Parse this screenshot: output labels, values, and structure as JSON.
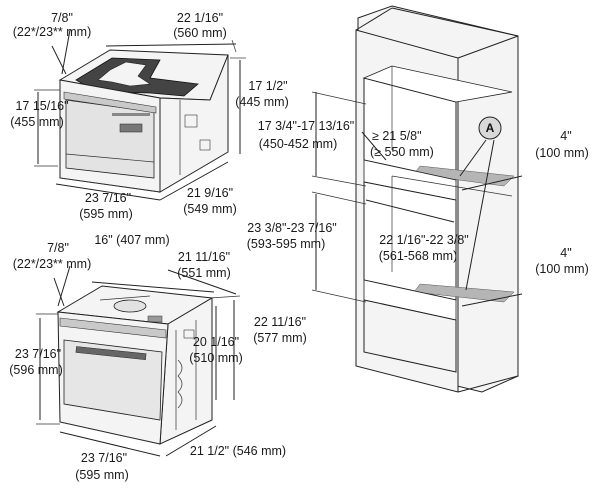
{
  "compact_oven": {
    "depth_top": "7/8\"",
    "depth_top_mm": "(22*/23** mm)",
    "width_top": "22 1/16\"",
    "width_top_mm": "(560 mm)",
    "height_right": "17 1/2\"",
    "height_right_mm": "(445 mm)",
    "height_left": "17 15/16\"",
    "height_left_mm": "(455 mm)",
    "width_front": "23 7/16\"",
    "width_front_mm": "(595 mm)",
    "depth_side": "21 9/16\"",
    "depth_side_mm": "(549 mm)"
  },
  "wall_oven": {
    "depth_top": "7/8\"",
    "depth_top_mm": "(22*/23** mm)",
    "inner_width": "16\" (407 mm)",
    "depth_a": "21 11/16\"",
    "depth_a_mm": "(551 mm)",
    "depth_b": "22 11/16\"",
    "depth_b_mm": "(577 mm)",
    "height_left": "23 7/16\"",
    "height_left_mm": "(596 mm)",
    "height_inner": "20 1/16\"",
    "height_inner_mm": "(510 mm)",
    "width_front": "23 7/16\"",
    "width_front_mm": "(595 mm)",
    "depth_bottom": "21 1/2\" (546 mm)"
  },
  "cabinet": {
    "compact_opening": "17 3/4\"-17 13/16\"",
    "compact_opening_mm": "(450-452 mm)",
    "min_depth": "≥ 21 5/8\"",
    "min_depth_mm": "(≥ 550 mm)",
    "vent_top": "4\"",
    "vent_top_mm": "(100 mm)",
    "wall_opening": "23 3/8\"-23 7/16\"",
    "wall_opening_mm": "(593-595 mm)",
    "opening_width": "22 1/16\"-22 3/8\"",
    "opening_width_mm": "(561-568 mm)",
    "vent_bottom": "4\"",
    "vent_bottom_mm": "(100 mm)",
    "callout": "A"
  }
}
